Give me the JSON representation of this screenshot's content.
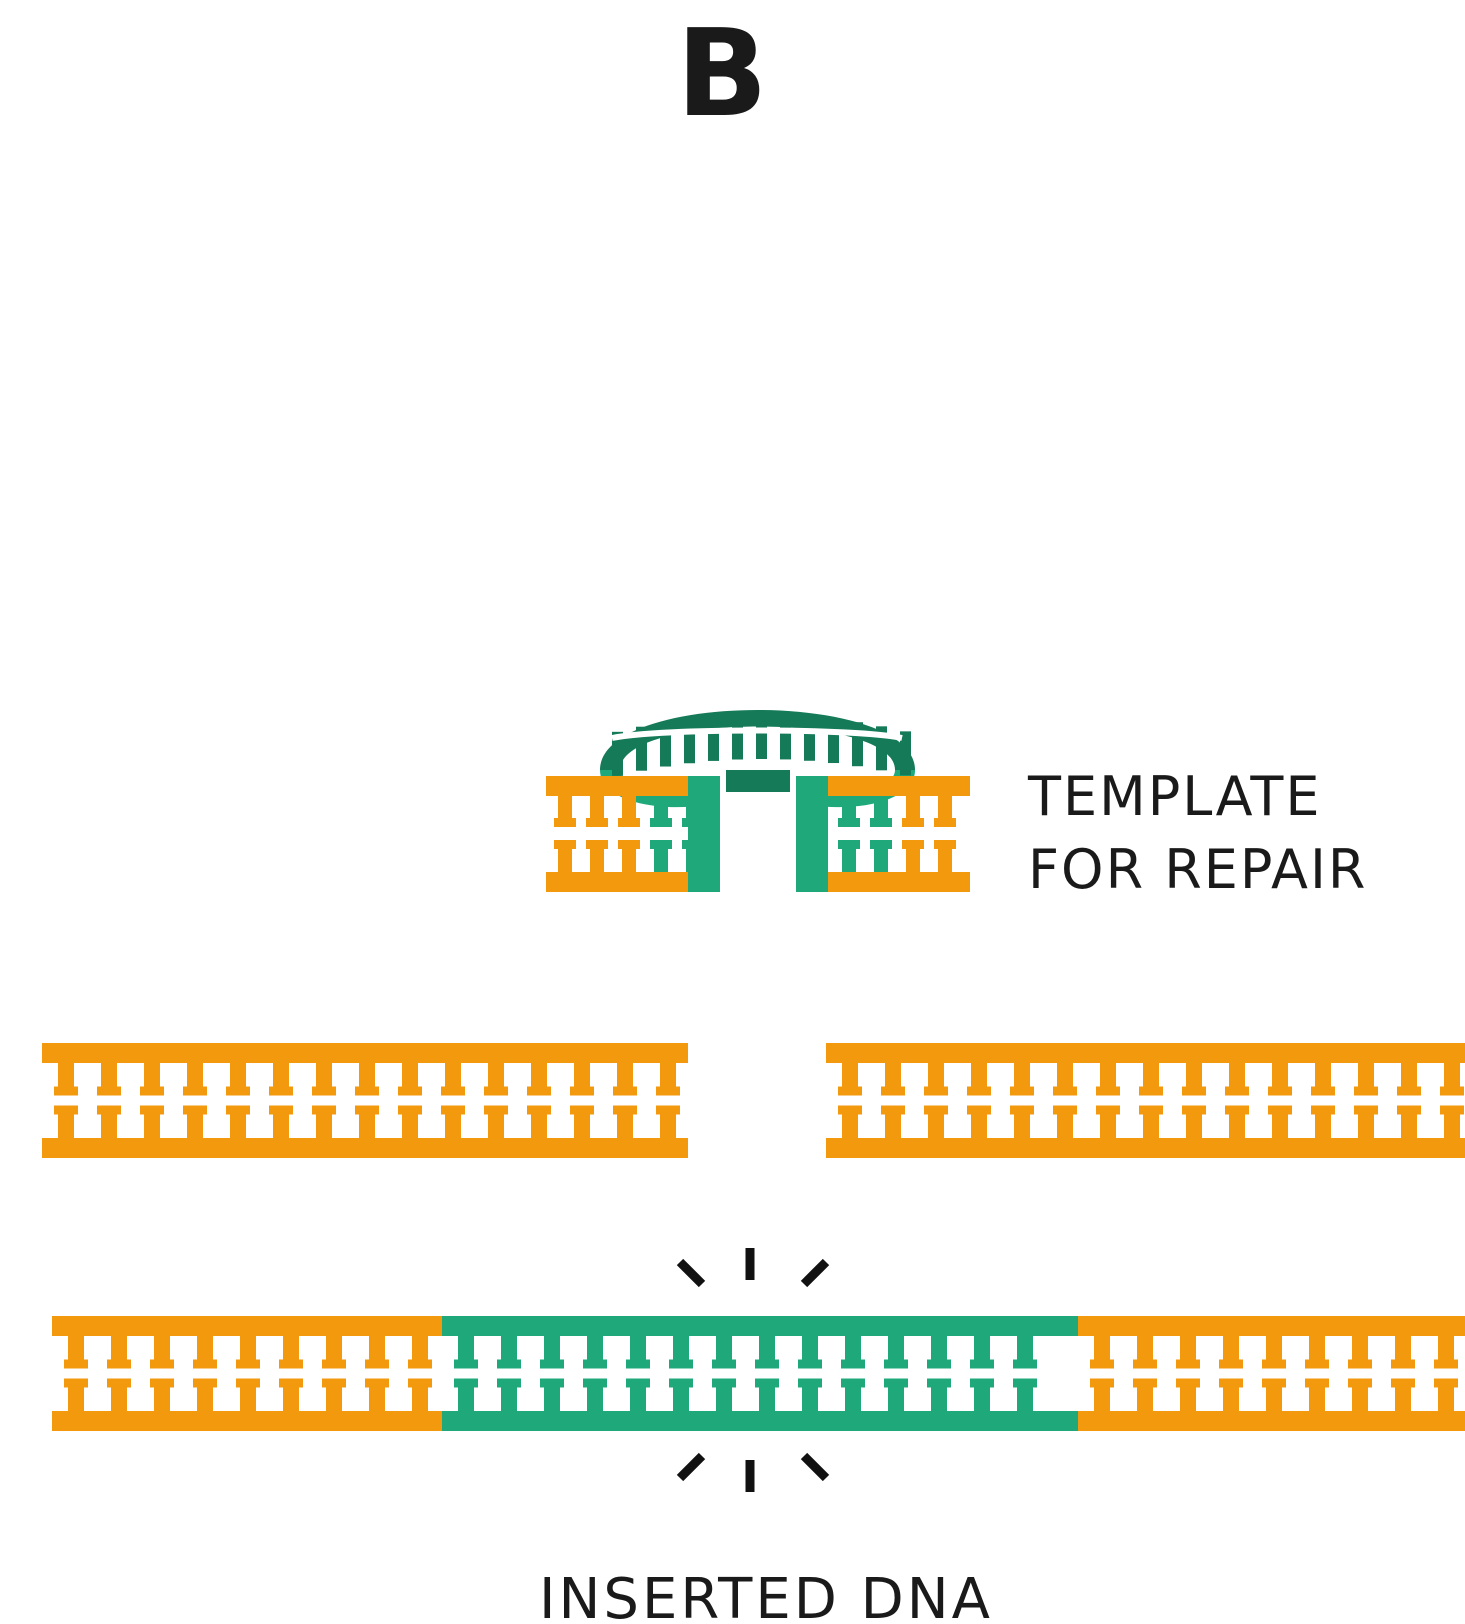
{
  "panel_letter": "B",
  "template_label": {
    "line1": "TEMPLATE",
    "line2": "FOR REPAIR"
  },
  "inserted_label": "INSERTED DNA",
  "colors": {
    "dna_orange": "#F2990D",
    "insert_green": "#1FA97A",
    "template_green_dark": "#157A57",
    "text": "#1A1A1A",
    "burst_marks": "#111111",
    "background": "#FFFFFF"
  },
  "icons": {
    "broken_dna": "double-strand-dna-with-break",
    "repair_template": "curved-dna-template-icon",
    "repaired_dna": "dna-with-green-insert",
    "burst": "insertion-burst-icon"
  }
}
